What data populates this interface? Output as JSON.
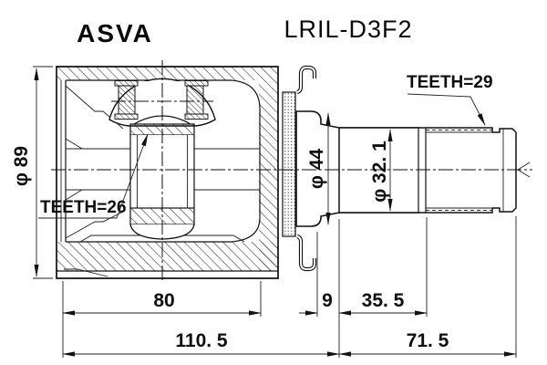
{
  "header": {
    "brand": "ASVA",
    "part_number": "LRIL-D3F2"
  },
  "labels": {
    "housing_od": "φ 89",
    "teeth_inner": "TEETH=26",
    "teeth_outer": "TEETH=29",
    "flange_od": "φ 44",
    "shaft_od": "φ 32. 1"
  },
  "dimensions": {
    "housing_depth": "80",
    "neck_width": "9",
    "shaft_section": "35. 5",
    "overall_inner": "110. 5",
    "overall_outer": "71. 5"
  },
  "colors": {
    "line": "#111111",
    "background": "#ffffff"
  }
}
